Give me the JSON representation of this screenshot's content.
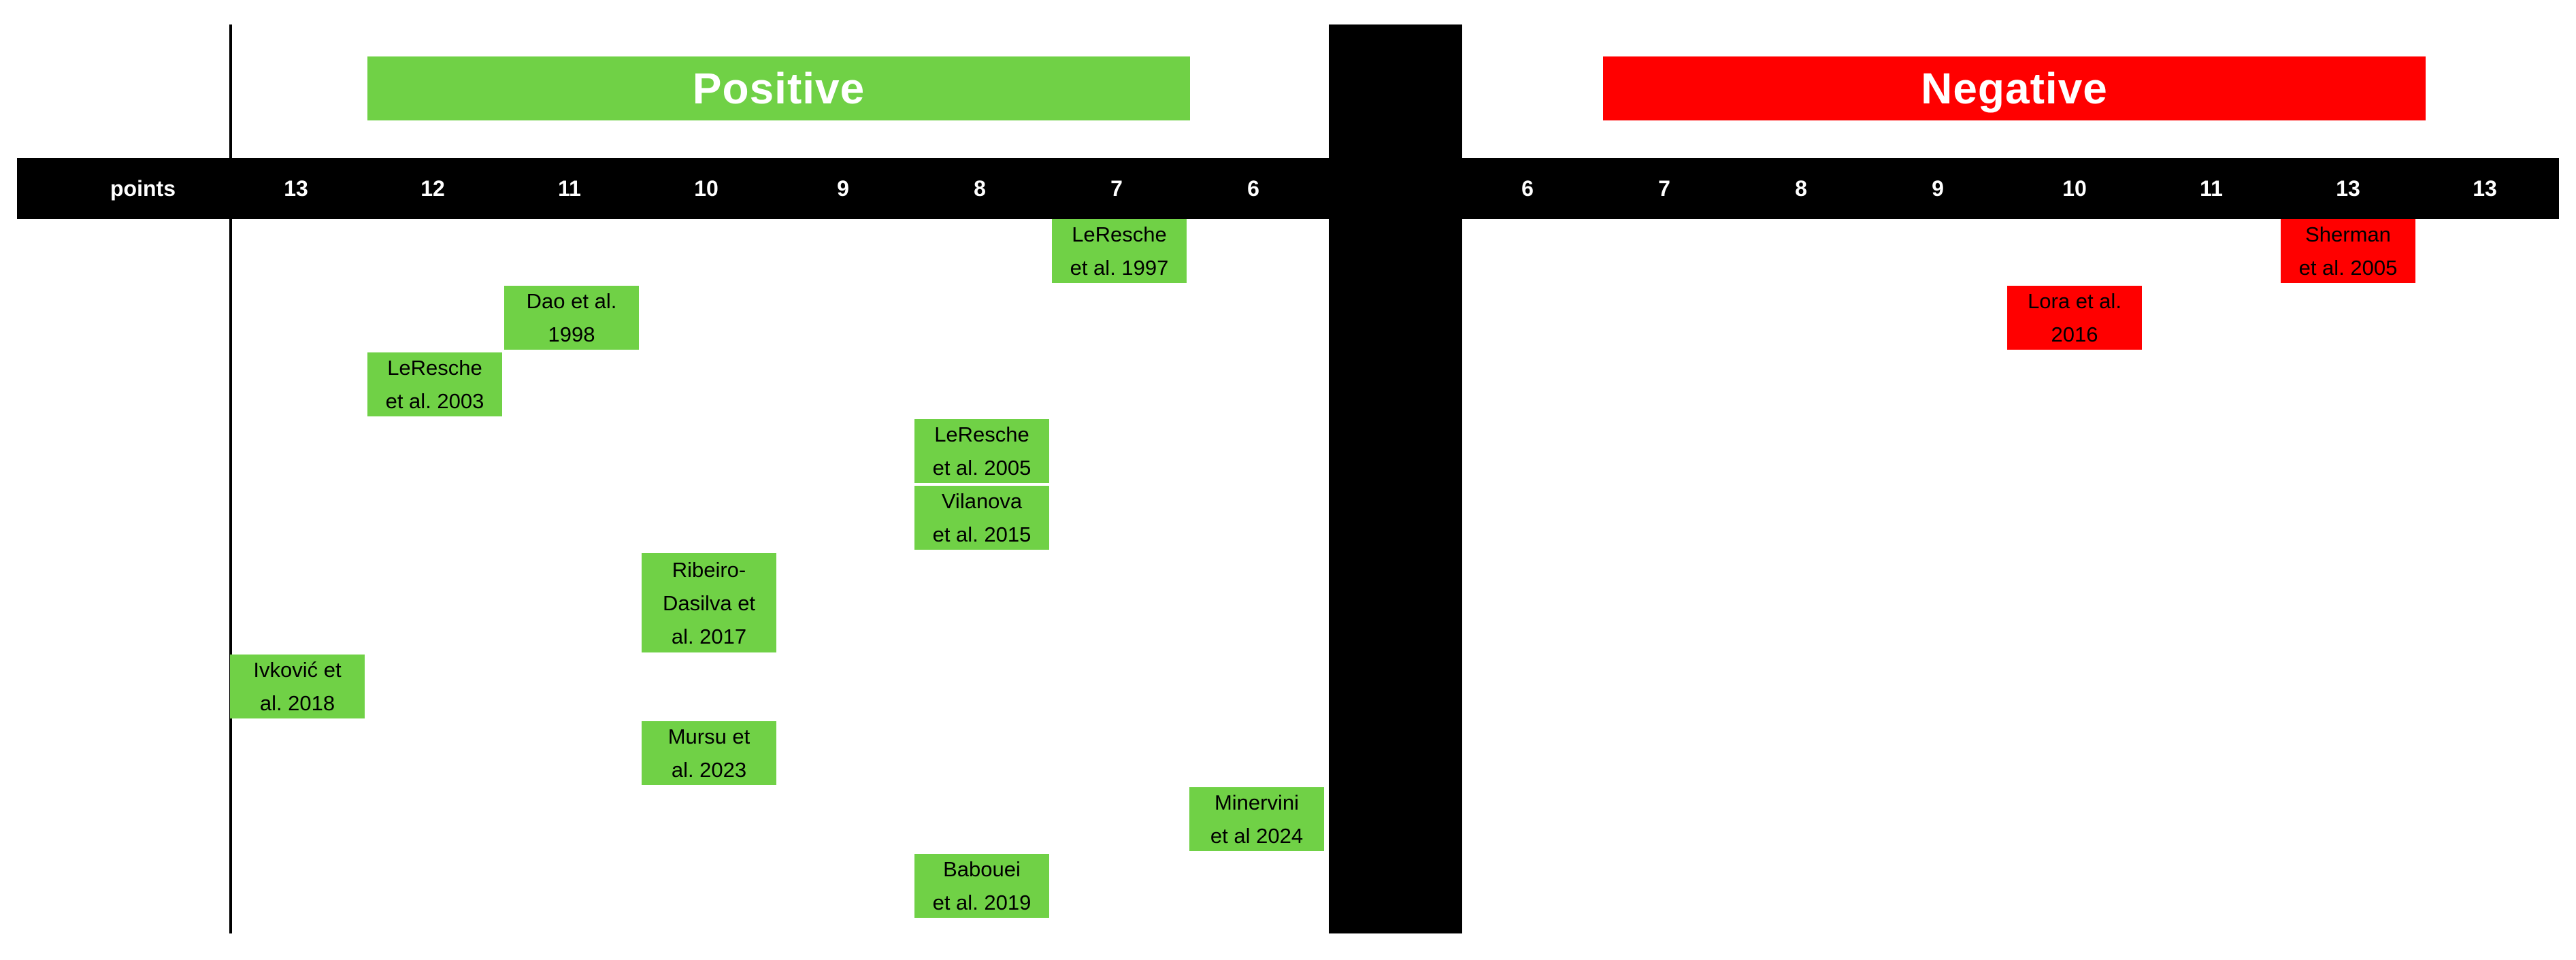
{
  "headers": {
    "positive": "Positive",
    "negative": "Negative"
  },
  "axis": {
    "label": "points",
    "ticks": [
      "13",
      "12",
      "11",
      "10",
      "9",
      "8",
      "7",
      "6",
      "6",
      "7",
      "8",
      "9",
      "10",
      "11",
      "13",
      "13"
    ]
  },
  "colors": {
    "positive": "#70d146",
    "negative": "#ff0000",
    "axis": "#000000"
  },
  "positive_studies": [
    {
      "label": "LeResche\net al. 1997",
      "points": "7"
    },
    {
      "label": "Dao et al.\n1998",
      "points": "11"
    },
    {
      "label": "LeResche\net al. 2003",
      "points": "12"
    },
    {
      "label": "LeResche\net al. 2005",
      "points": "8"
    },
    {
      "label": "Vilanova\net al. 2015",
      "points": "8"
    },
    {
      "label": "Ribeiro-\nDasilva et\nal. 2017",
      "points": "10"
    },
    {
      "label": "Ivković et\nal. 2018",
      "points": "13"
    },
    {
      "label": "Mursu et\nal. 2023",
      "points": "10"
    },
    {
      "label": "Minervini\net al 2024",
      "points": "6"
    },
    {
      "label": "Babouei\net al. 2019",
      "points": "8"
    }
  ],
  "negative_studies": [
    {
      "label": "Sherman\net al. 2005",
      "points": "13"
    },
    {
      "label": "Lora et al.\n2016",
      "points": "10"
    }
  ]
}
